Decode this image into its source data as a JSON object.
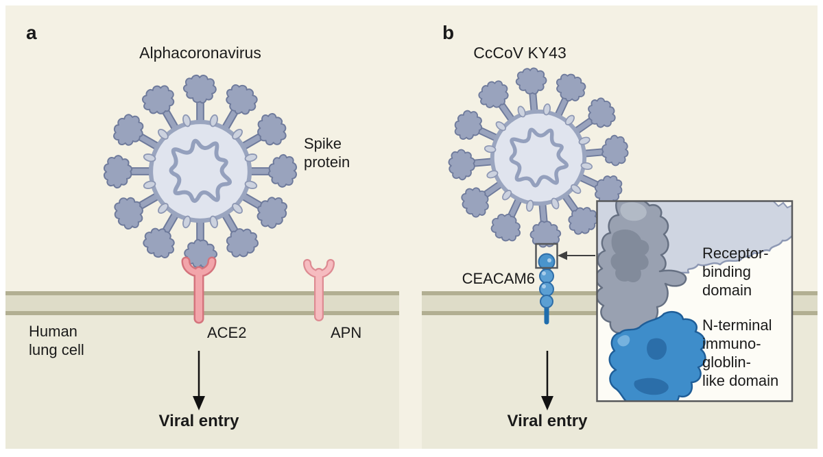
{
  "figure": {
    "panel_a": {
      "letter": "a",
      "title": "Alphacoronavirus",
      "spike_label": "Spike\nprotein",
      "cell_label": "Human\nlung cell",
      "receptor1_label": "ACE2",
      "receptor2_label": "APN",
      "outcome_label": "Viral entry"
    },
    "panel_b": {
      "letter": "b",
      "title": "CcCoV KY43",
      "receptor_label": "CEACAM6",
      "outcome_label": "Viral entry",
      "inset": {
        "label_top": "Receptor-\nbinding\ndomain",
        "label_bottom": "N-terminal\nimmuno-\ngloblin-\nlike domain"
      }
    },
    "colors": {
      "cream": "#f4f1e4",
      "cell": "#ebe9d9",
      "membrane-line": "#b2af92",
      "membrane-mid": "#dedcc8",
      "virus-body": "#e0e4ee",
      "virus-rim": "#9aa5bf",
      "virus-spike": "#99a3bd",
      "virus-spike-outline": "#6e7a9b",
      "rna": "#94a0bd",
      "ace2-fill": "#f2a5aa",
      "ace2-outline": "#d4737c",
      "apn-fill": "#f6bcc0",
      "apn-outline": "#dd8b92",
      "ceacam-blue": "#4a94cc",
      "ceacam-stem": "#1f6dad",
      "inset-gray-blob": "#99a1b1",
      "inset-blue-blob": "#3e8dca",
      "text": "#1a1a1a"
    }
  }
}
